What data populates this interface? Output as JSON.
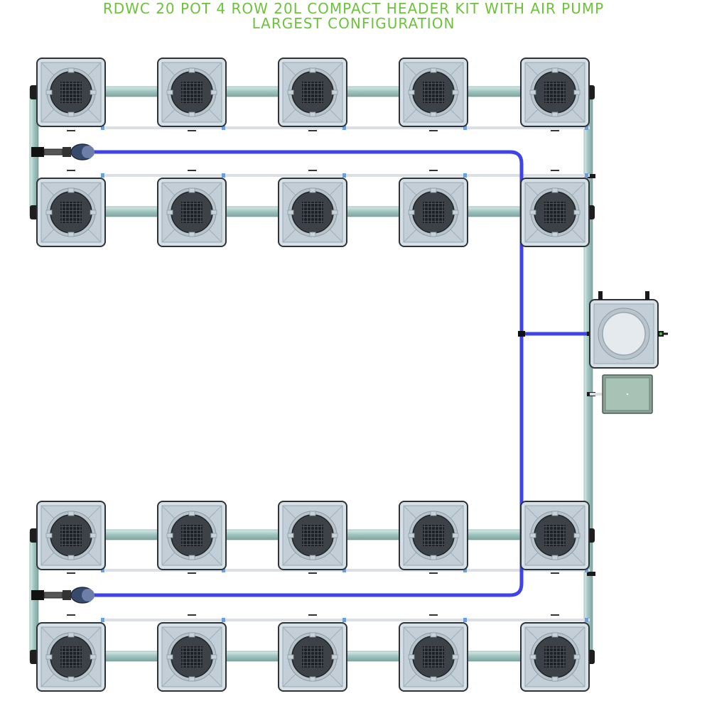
{
  "title": {
    "line1": "RDWC 20 POT 4 ROW 20L COMPACT HEADER KIT WITH AIR PUMP",
    "line2": "LARGEST CONFIGURATION",
    "color": "#6cc33a"
  },
  "diagram": {
    "rows": 4,
    "pots_per_row": 5,
    "pot_count": 20,
    "pot_volume": "20L",
    "components": [
      "grow-pot",
      "brain-bucket",
      "air-pump",
      "stone-connector",
      "air-line",
      "pipe"
    ],
    "colors": {
      "air_line": "#3e44e8",
      "pot_body": "#c7d3da",
      "pot_lid": "#3c4248",
      "pipe": "#a9c9c5",
      "air_pump": "#a8c2b5"
    }
  }
}
